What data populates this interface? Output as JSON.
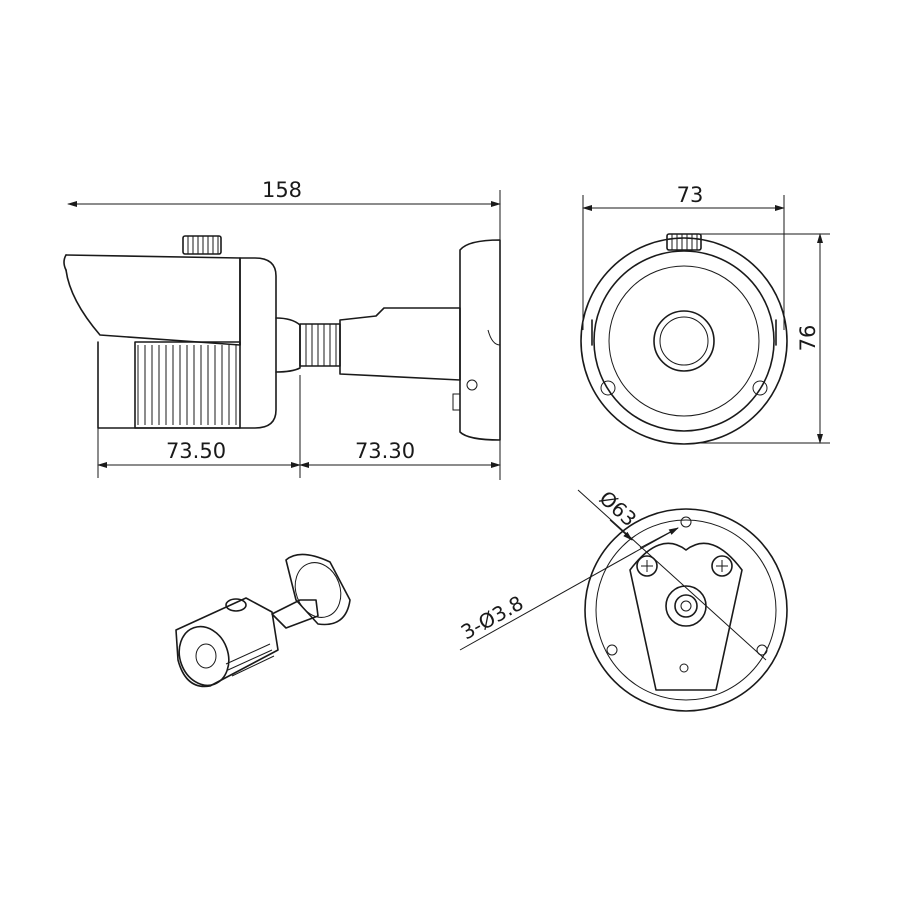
{
  "dimensions": {
    "overall_length": "158",
    "housing_length": "73.50",
    "bracket_length": "73.30",
    "front_width": "73",
    "front_height": "76",
    "mount_hole_circle": "Ø63",
    "mount_holes": "3-Ø3.8"
  }
}
